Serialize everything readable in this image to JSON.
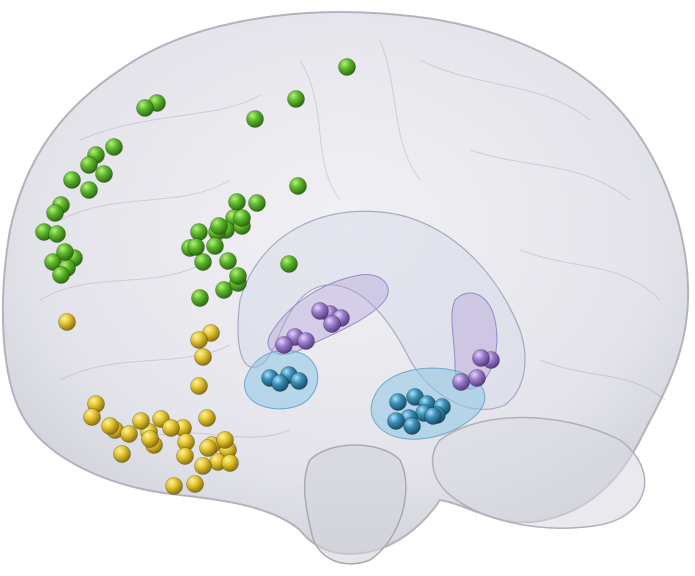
{
  "scene": {
    "subject": "glass-brain-render",
    "background": "#ffffff",
    "colors": {
      "cortex_fill": "#e4e4ea",
      "cortex_edge": "#a9a9b4",
      "texture": "#9a9aa6",
      "green_electrode": "#5cb82c",
      "yellow_electrode": "#e3c52e",
      "purple_electrode": "#9b7cc8",
      "blue_electrode": "#3a8fb5",
      "blue_region": "#8ec6e6",
      "purple_region": "#b7a8dc"
    },
    "electrode_groups": [
      {
        "name": "green",
        "icon": "sphere-icon",
        "count": 40
      },
      {
        "name": "yellow",
        "icon": "sphere-icon",
        "count": 30
      },
      {
        "name": "purple",
        "icon": "sphere-icon",
        "count": 11
      },
      {
        "name": "blue",
        "icon": "sphere-icon",
        "count": 14
      }
    ]
  }
}
